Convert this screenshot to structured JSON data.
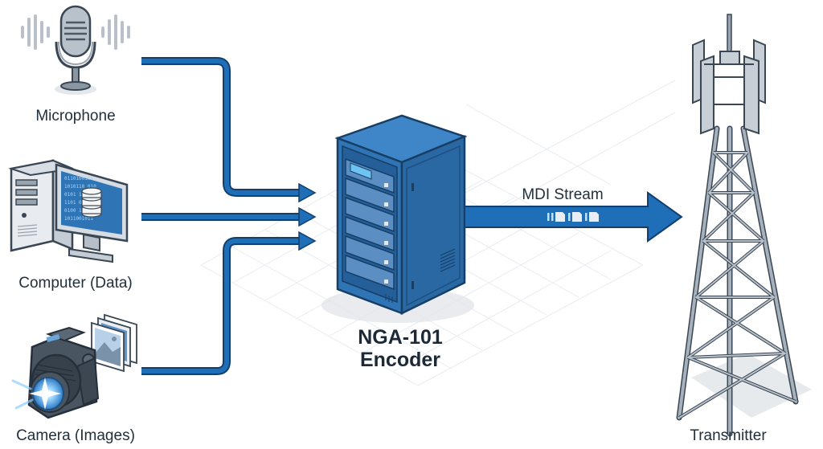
{
  "diagram": {
    "title": "",
    "nodes": {
      "microphone": {
        "label": "Microphone",
        "icon": "microphone-icon"
      },
      "computer": {
        "label": "Computer (Data)",
        "icon": "computer-icon"
      },
      "camera": {
        "label": "Camera (Images)",
        "icon": "camera-icon"
      },
      "encoder": {
        "label_line1": "NGA-101",
        "label_line2": "Encoder",
        "icon": "server-rack-icon"
      },
      "transmitter": {
        "label": "Transmitter",
        "icon": "transmission-tower-icon"
      }
    },
    "edges": [
      {
        "from": "microphone",
        "to": "encoder",
        "label": ""
      },
      {
        "from": "computer",
        "to": "encoder",
        "label": ""
      },
      {
        "from": "camera",
        "to": "encoder",
        "label": ""
      },
      {
        "from": "encoder",
        "to": "transmitter",
        "label": "MDI Stream",
        "packet_icons": [
          "packet-bar",
          "packet-bar",
          "document",
          "packet-bar",
          "document",
          "packet-bar",
          "document"
        ]
      }
    ],
    "colors": {
      "arrow": "#1f6fb8",
      "arrow_outline": "#123f6e",
      "server": "#2f74b5",
      "server_dark": "#1d4f82",
      "metal": "#8f9aa6",
      "text": "#22303c"
    }
  }
}
